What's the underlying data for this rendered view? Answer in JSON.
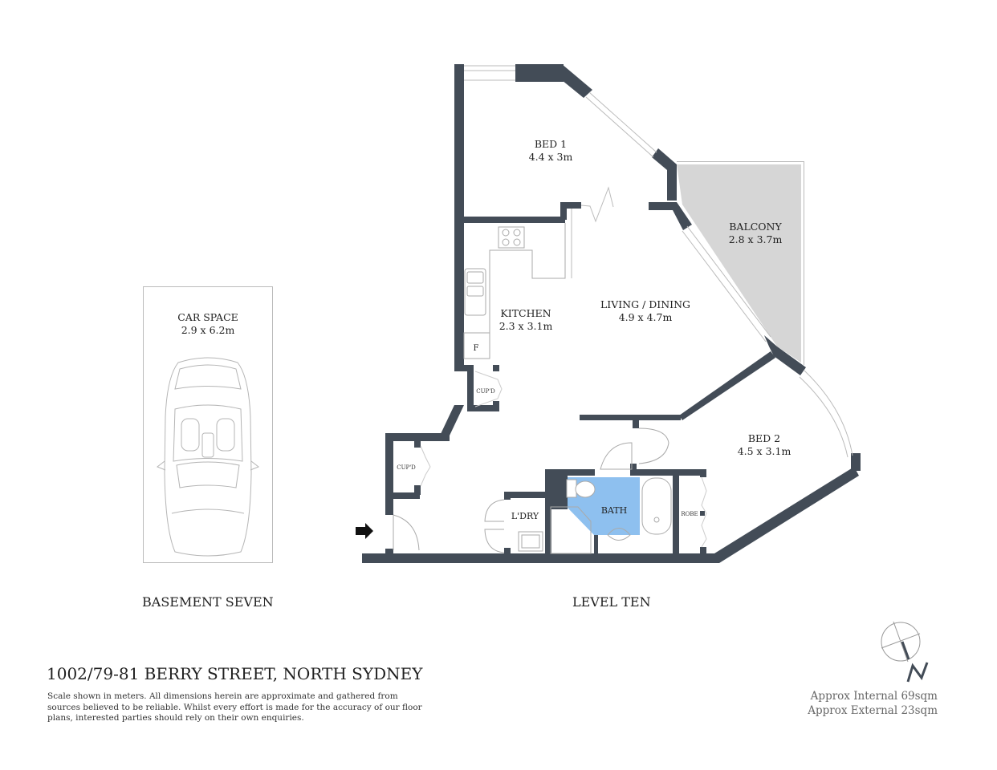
{
  "property": {
    "address": "1002/79-81 BERRY STREET, NORTH SYDNEY",
    "disclaimer": "Scale shown in meters. All dimensions herein are approximate and gathered from sources believed to be  reliable. Whilst every effort is made for the accuracy of our floor plans, interested parties should rely on their own enquiries.",
    "internal_area": "Approx Internal 69sqm",
    "external_area": "Approx External 23sqm"
  },
  "levels": {
    "basement": "BASEMENT SEVEN",
    "main": "LEVEL TEN"
  },
  "rooms": {
    "car_space": {
      "name": "CAR SPACE",
      "size": "2.9 x 6.2m"
    },
    "bed1": {
      "name": "BED 1",
      "size": "4.4 x 3m"
    },
    "balcony": {
      "name": "BALCONY",
      "size": "2.8 x 3.7m"
    },
    "kitchen": {
      "name": "KITCHEN",
      "size": "2.3 x 3.1m"
    },
    "living": {
      "name": "LIVING / DINING",
      "size": "4.9 x 4.7m"
    },
    "bed2": {
      "name": "BED 2",
      "size": "4.5 x 3.1m"
    },
    "bath": {
      "name": "BATH"
    },
    "laundry": {
      "name": "L'DRY"
    },
    "robe": {
      "name": "ROBE"
    },
    "cupboard1": {
      "name": "CUP'D"
    },
    "cupboard2": {
      "name": "CUP'D"
    },
    "fridge": {
      "name": "F"
    }
  },
  "compass": {
    "north_label": "N"
  },
  "colors": {
    "wall": "#434c57",
    "balcony_fill": "#d6d6d6",
    "bath_fill": "#8ec0ef",
    "text": "#222222"
  }
}
